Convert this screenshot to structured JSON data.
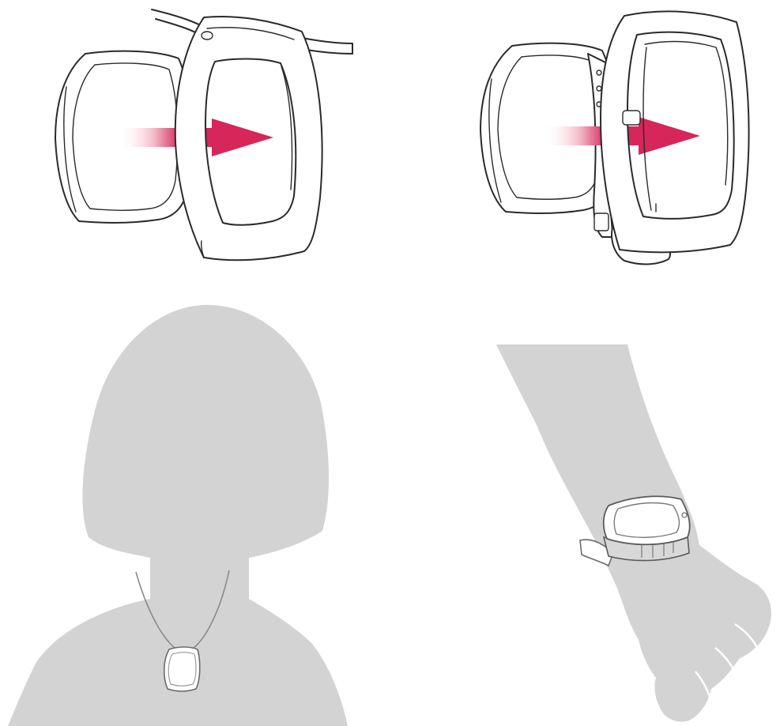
{
  "figure": {
    "panels": [
      {
        "id": "pendant-insert",
        "depicts": "device-inserted-into-pendant-holder"
      },
      {
        "id": "wristband-insert",
        "depicts": "device-inserted-into-wristband-holder"
      },
      {
        "id": "wear-pendant",
        "depicts": "person-silhouette-wearing-pendant"
      },
      {
        "id": "wear-wrist",
        "depicts": "arm-silhouette-wearing-wristband"
      }
    ],
    "colors": {
      "line": "#2a2a2a",
      "arrow": "#d6265a",
      "arrow_fade": "#ffffff",
      "silhouette": "#d3d3d3",
      "background": "#ffffff"
    },
    "icons": [
      "arrow-right-icon",
      "device-icon",
      "pendant-holder-icon",
      "wristband-holder-icon"
    ]
  }
}
